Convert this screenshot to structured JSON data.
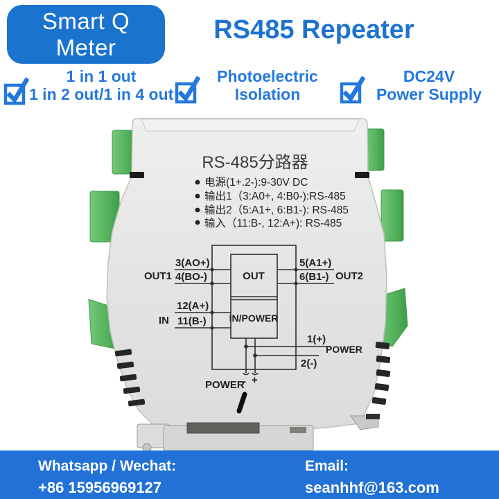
{
  "header": {
    "logo_line1": "Smart Q",
    "logo_line2": "Meter",
    "title": "RS485 Repeater"
  },
  "features": [
    {
      "line1": "1 in 1 out",
      "line2": "1 in 2 out/1 in 4 out"
    },
    {
      "line1": "Photoelectric",
      "line2": "Isolation"
    },
    {
      "line1": "DC24V",
      "line2": "Power Supply"
    }
  ],
  "device": {
    "title": "RS-485分路器",
    "specs": [
      "电源(1+.2-):9-30V DC",
      "输出1（3:A0+, 4:B0-):RS-485",
      "输出2（5:A1+, 6:B1-): RS-485",
      "输入（11:B-, 12:A+): RS-485"
    ]
  },
  "diagram": {
    "out1": "OUT1",
    "port3": "3(AO+)",
    "port4": "4(BO-)",
    "in": "IN",
    "port12": "12(A+)",
    "port11": "11(B-)",
    "out_block": "OUT",
    "inpower_block": "IN/POWER",
    "port5": "5(A1+)",
    "port6": "6(B1-)",
    "out2": "OUT2",
    "port1": "1(+)",
    "power_right": "POWER",
    "port2": "2(-)",
    "power_bottom": "POWER",
    "minus": "-",
    "plus": "+"
  },
  "footer": {
    "whatsapp_label": "Whatsapp / Wechat:",
    "phone": "+86 15956969127",
    "email_label": "Email:",
    "email": "seanhhf@163.com"
  },
  "colors": {
    "brand_blue": "#1f72d0",
    "feature_blue": "#2478dd",
    "footer_blue": "#2171d7",
    "device_gray": "#e4e4e2",
    "terminal_green": "#56b55d"
  }
}
